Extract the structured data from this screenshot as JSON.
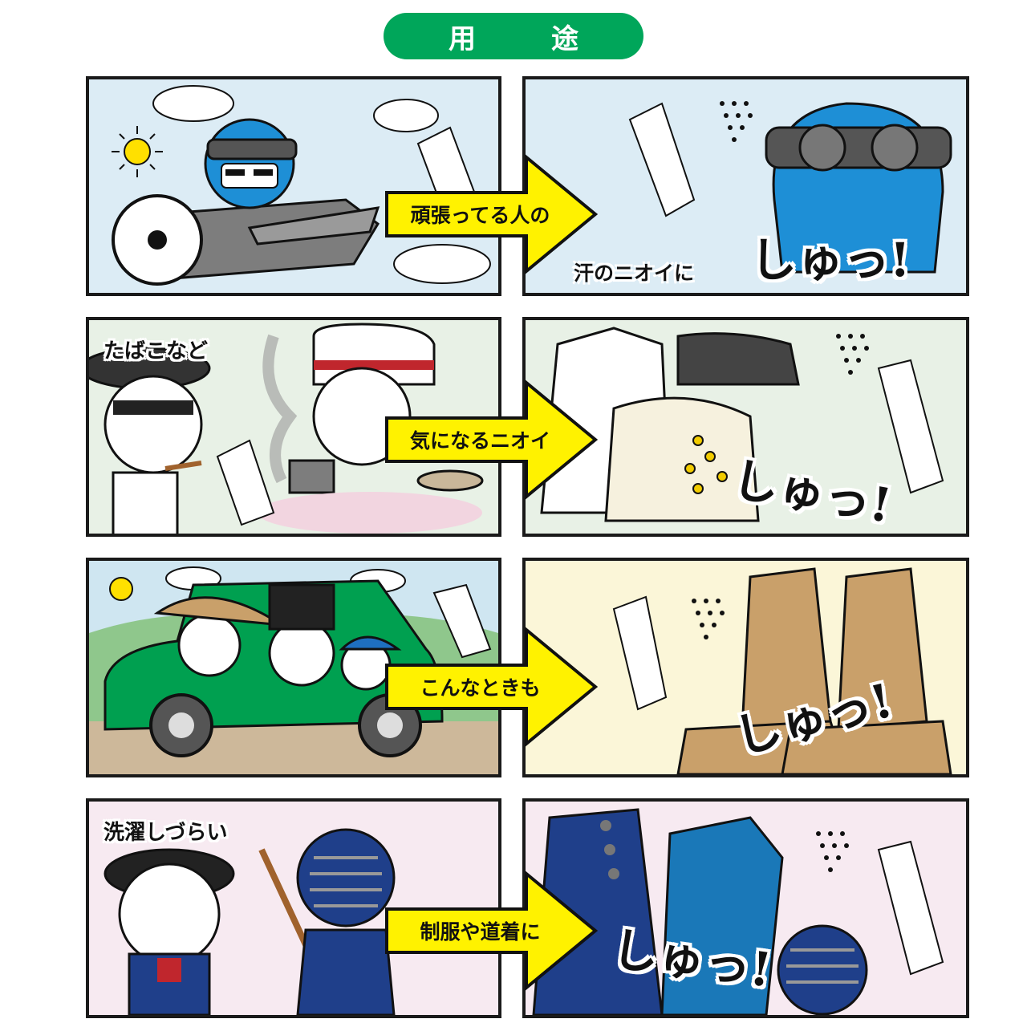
{
  "title": "用　途",
  "rows": [
    {
      "arrow_label": "頑張ってる人の",
      "right_caption": "汗のニオイに",
      "shout": "しゅっ!",
      "left_bg": "#dcecf5",
      "right_bg": "#dcecf5"
    },
    {
      "left_caption": "たばこなど",
      "arrow_label": "気になるニオイ",
      "shout": "しゅっ!",
      "left_bg": "#e8f1e6",
      "right_bg": "#e8f1e6"
    },
    {
      "arrow_label": "こんなときも",
      "shout": "しゅっ!",
      "left_bg": "#cfe6f1",
      "right_bg": "#fbf6d8"
    },
    {
      "left_caption": "洗濯しづらい",
      "arrow_label": "制服や道着に",
      "shout": "しゅっ!",
      "left_bg": "#f7eaf1",
      "right_bg": "#f7eaf1"
    }
  ],
  "colors": {
    "title_green": "#00a65a",
    "arrow_yellow": "#fff200",
    "outline": "#1a1a1a"
  }
}
